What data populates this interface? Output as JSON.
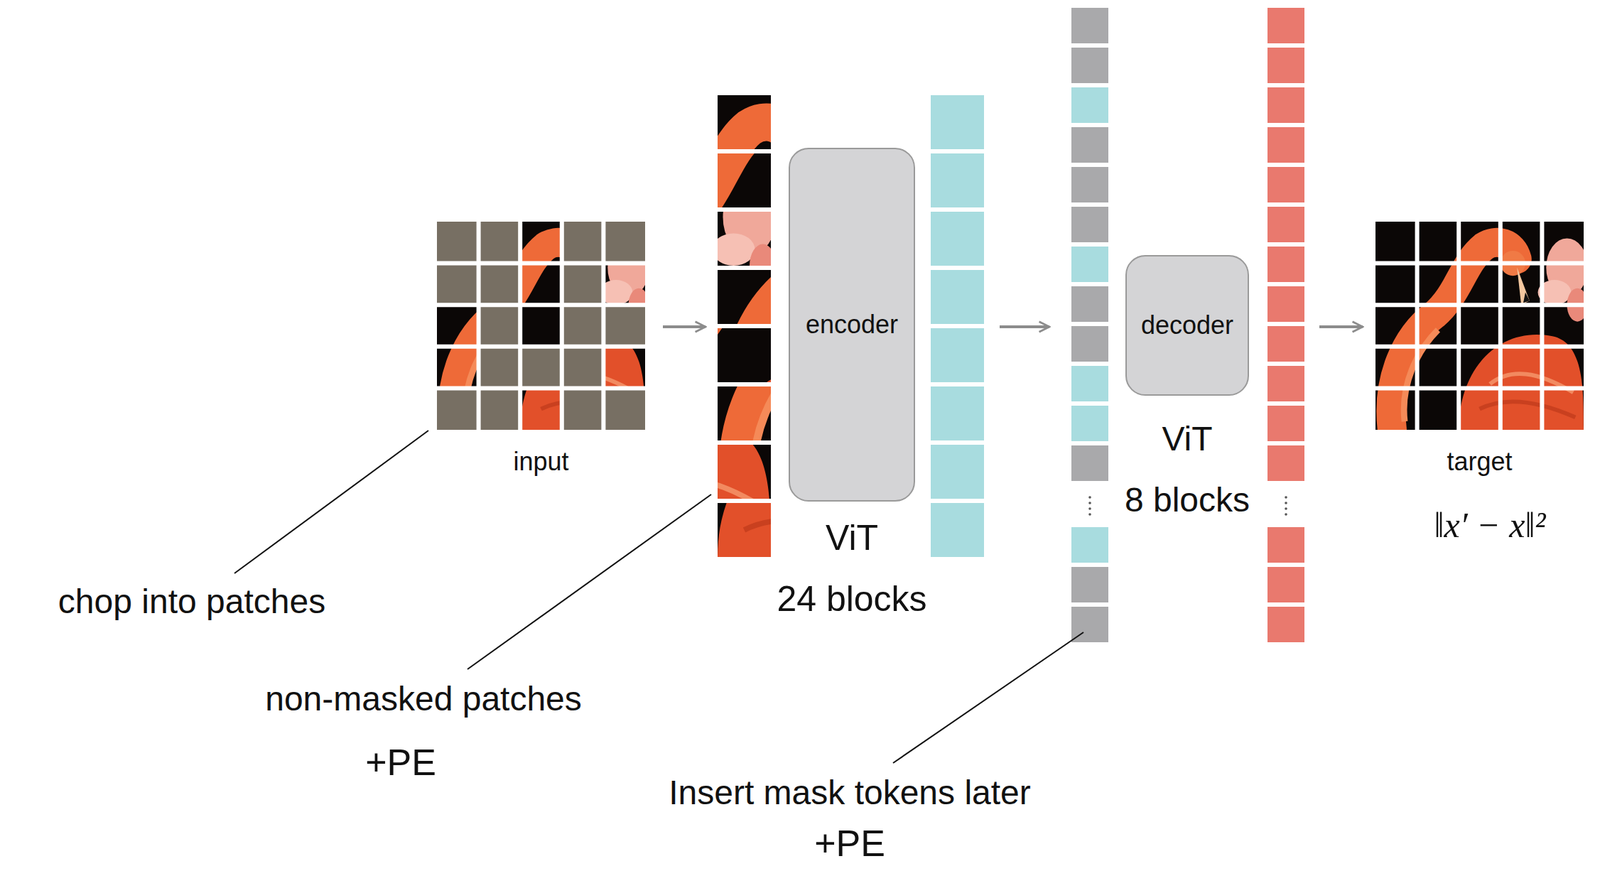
{
  "diagram": {
    "nodes": [
      {
        "text": [
          "input"
        ]
      },
      {
        "text": [
          "encoder",
          "ViT",
          "24 blocks"
        ]
      },
      {
        "text": [
          "decoder",
          "ViT",
          "8 blocks"
        ]
      },
      {
        "text": [
          "target"
        ]
      }
    ],
    "labels": [
      "chop into patches",
      "non-masked patches",
      "+PE",
      "Insert mask tokens later",
      "+PE",
      "‖x′ − x‖²"
    ]
  }
}
